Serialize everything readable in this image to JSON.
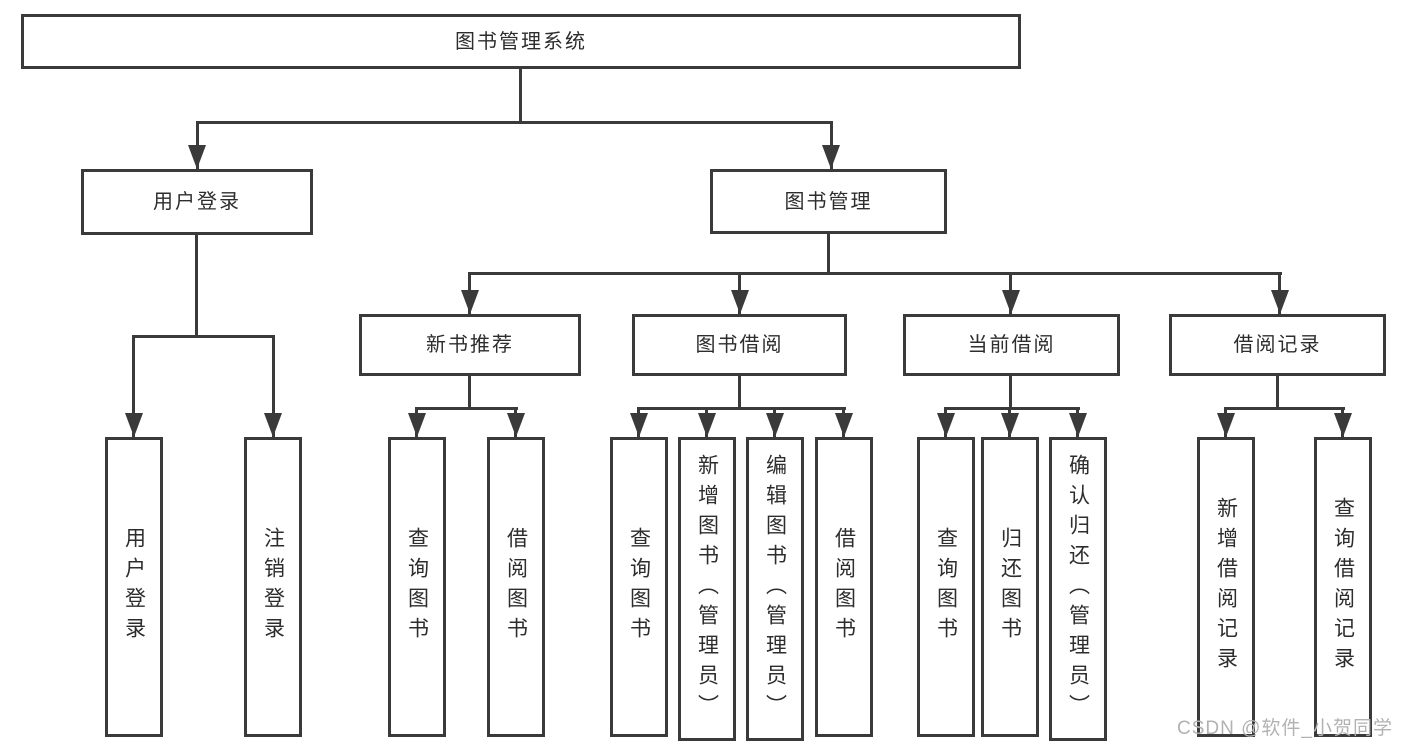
{
  "tree": {
    "root": {
      "label": "图书管理系统",
      "children": [
        {
          "label": "用户登录",
          "children": [
            {
              "label": "用户登录"
            },
            {
              "label": "注销登录"
            }
          ]
        },
        {
          "label": "图书管理",
          "children": [
            {
              "label": "新书推荐",
              "children": [
                {
                  "label": "查询图书"
                },
                {
                  "label": "借阅图书"
                }
              ]
            },
            {
              "label": "图书借阅",
              "children": [
                {
                  "label": "查询图书"
                },
                {
                  "label": "新增图书（管理员）"
                },
                {
                  "label": "编辑图书（管理员）"
                },
                {
                  "label": "借阅图书"
                }
              ]
            },
            {
              "label": "当前借阅",
              "children": [
                {
                  "label": "查询图书"
                },
                {
                  "label": "归还图书"
                },
                {
                  "label": "确认归还（管理员）"
                }
              ]
            },
            {
              "label": "借阅记录",
              "children": [
                {
                  "label": "新增借阅记录"
                },
                {
                  "label": "查询借阅记录"
                }
              ]
            }
          ]
        }
      ]
    }
  },
  "watermark": {
    "text": "CSDN @软件_小贺同学"
  },
  "colors": {
    "line": "#3a3a3a",
    "text": "#2d2d2d",
    "watermark": "#b2b2b2",
    "background": "#ffffff"
  }
}
